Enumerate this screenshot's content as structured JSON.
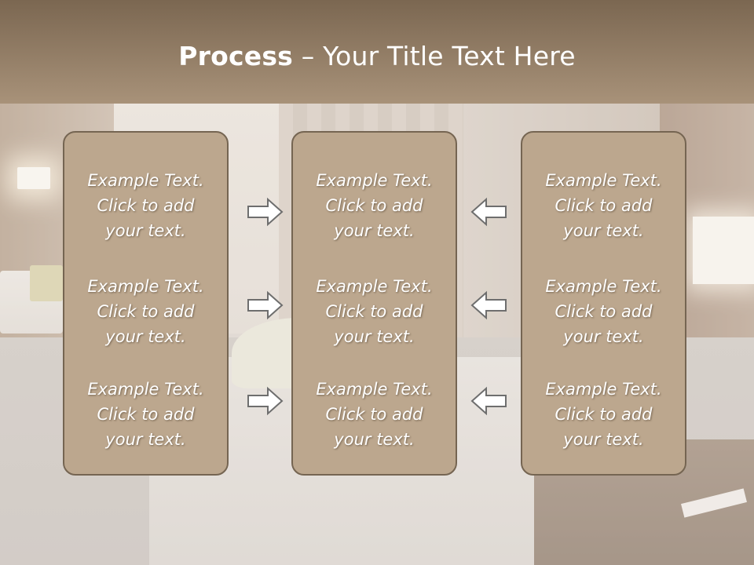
{
  "slide": {
    "title_bold": "Process",
    "title_rest": " – Your Title Text Here"
  },
  "columns": [
    {
      "items": [
        {
          "line1": "Example Text.",
          "line2": "Click  to add",
          "line3": "your text."
        },
        {
          "line1": "Example Text.",
          "line2": "Click  to add",
          "line3": "your text."
        },
        {
          "line1": "Example Text.",
          "line2": "Click  to add",
          "line3": "your text."
        }
      ]
    },
    {
      "items": [
        {
          "line1": "Example Text.",
          "line2": "Click  to add",
          "line3": "your text."
        },
        {
          "line1": "Example Text.",
          "line2": "Click  to add",
          "line3": "your text."
        },
        {
          "line1": "Example Text.",
          "line2": "Click  to add",
          "line3": "your text."
        }
      ]
    },
    {
      "items": [
        {
          "line1": "Example Text.",
          "line2": "Click  to add",
          "line3": "your text."
        },
        {
          "line1": "Example Text.",
          "line2": "Click  to add",
          "line3": "your text."
        },
        {
          "line1": "Example Text.",
          "line2": "Click  to add",
          "line3": "your text."
        }
      ]
    }
  ],
  "arrows": {
    "left_group_icon": "arrow-right-icon",
    "right_group_icon": "arrow-left-icon"
  },
  "colors": {
    "title_band": "#8f7a63",
    "box_fill": "#bca78e",
    "box_border": "#756552",
    "text": "#ffffff"
  }
}
